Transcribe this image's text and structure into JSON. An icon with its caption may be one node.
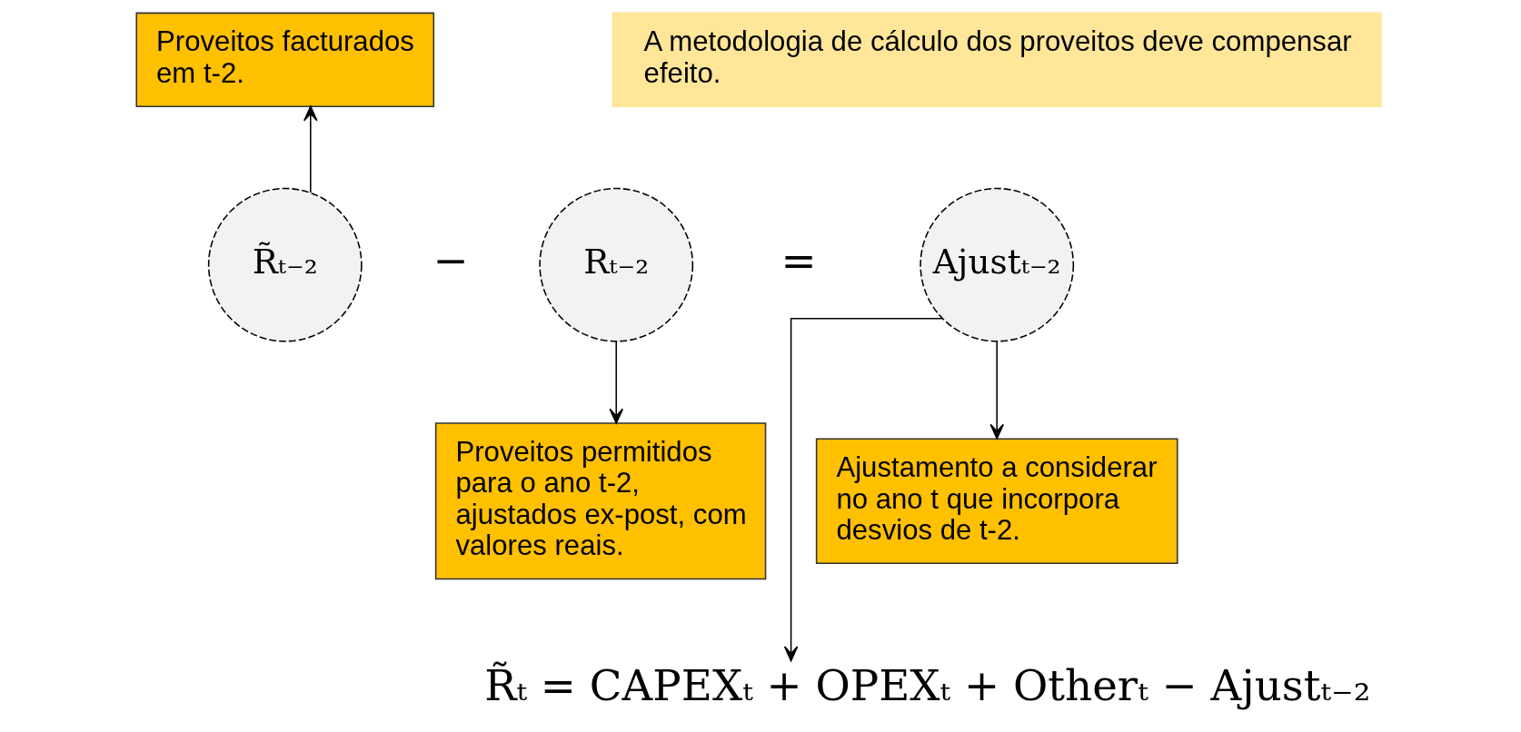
{
  "diagram": {
    "nodes": [
      {
        "text": [
          "Proveitos facturados em t-2."
        ]
      },
      {
        "text": [
          "A metodologia de cálculo dos proveitos deve compensar efeito."
        ]
      },
      {
        "text": [
          "R̃ₜ₋₂"
        ]
      },
      {
        "text": [
          "Rₜ₋₂"
        ]
      },
      {
        "text": [
          "Ajustₜ₋₂"
        ]
      },
      {
        "text": [
          "Ajustamento a considerar no ano t que incorpora desvios de t-2."
        ]
      },
      {
        "text": [
          "Proveitos permitidos para o ano t-2, ajustados ex-post, com valores reais."
        ]
      },
      {
        "text": [
          "R̃ₜ = CAPEXₜ + OPEXₜ + Otherₜ − Ajustₜ₋₂"
        ]
      }
    ],
    "edges": [
      {
        "from": 2,
        "to": 0,
        "arrow": "to"
      },
      {
        "from": 3,
        "to": 6,
        "arrow": "to"
      },
      {
        "from": 4,
        "to": 5,
        "arrow": "to"
      },
      {
        "from": 4,
        "to": 7,
        "arrow": "to"
      }
    ],
    "labels": [
      "−",
      "="
    ]
  }
}
